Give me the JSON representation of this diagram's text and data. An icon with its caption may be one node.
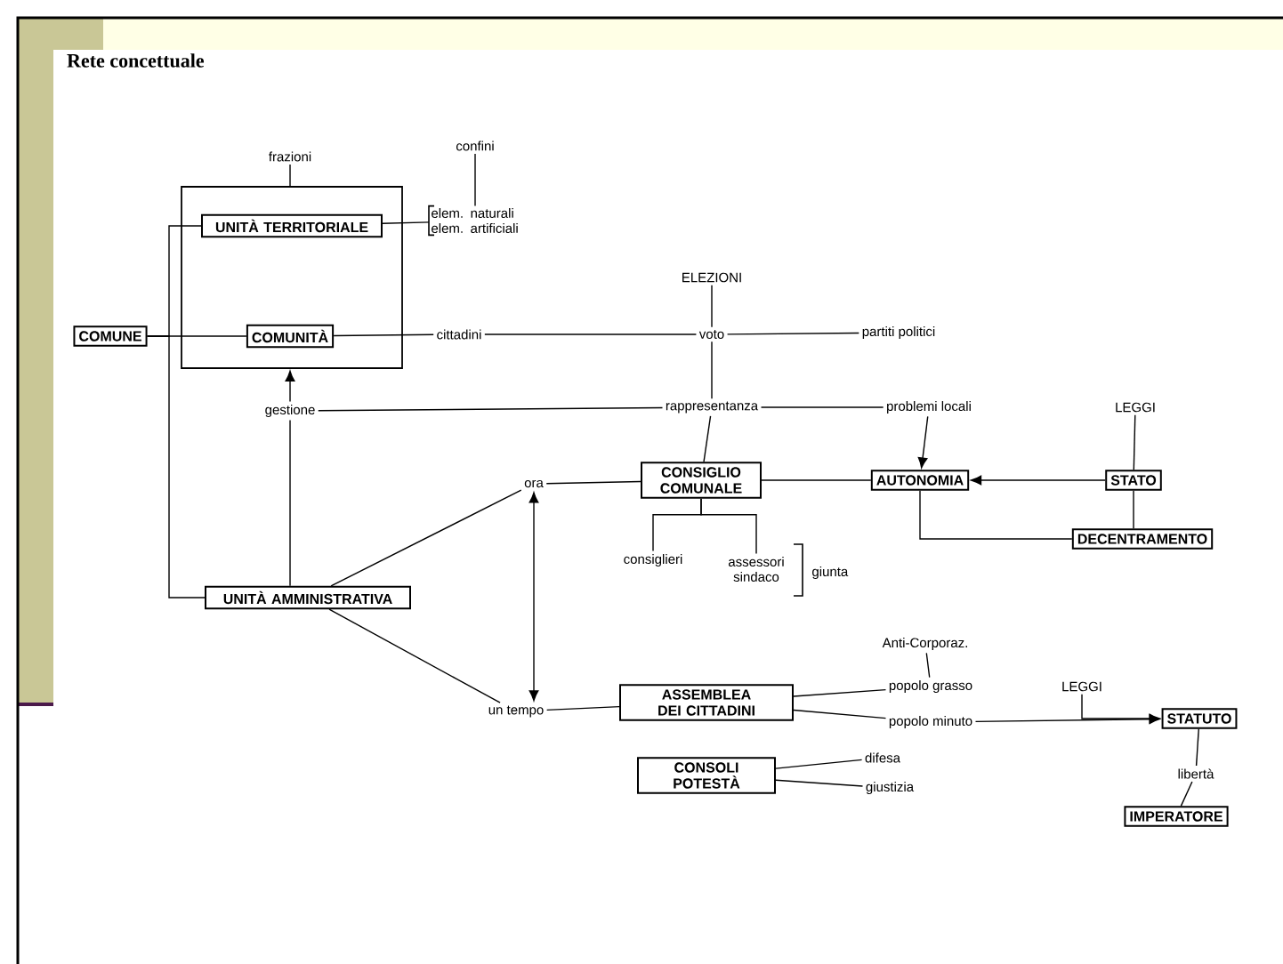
{
  "diagram": {
    "title": "Rete concettuale",
    "nodes": [
      {
        "text": [],
        "shape": "box"
      },
      {
        "text": [
          "UNITÀ TERRITORIALE"
        ],
        "in": 0
      },
      {
        "text": [
          "COMUNITÀ"
        ],
        "in": 0
      },
      {
        "text": [
          "COMUNE"
        ]
      },
      {
        "text": [
          "frazioni"
        ]
      },
      {
        "text": [
          "confini"
        ]
      },
      {
        "text": [
          "elem. naturali",
          "elem. artificiali"
        ]
      },
      {
        "text": [
          "cittadini"
        ]
      },
      {
        "text": [
          "ELEZIONI"
        ]
      },
      {
        "text": [
          "voto"
        ]
      },
      {
        "text": [
          "partiti politici"
        ]
      },
      {
        "text": [
          "gestione"
        ]
      },
      {
        "text": [
          "rappresentanza"
        ]
      },
      {
        "text": [
          "problemi locali"
        ]
      },
      {
        "text": [
          "LEGGI"
        ]
      },
      {
        "text": [
          "CONSIGLIO COMUNALE"
        ]
      },
      {
        "text": [
          "AUTONOMIA"
        ]
      },
      {
        "text": [
          "STATO"
        ]
      },
      {
        "text": [
          "DECENTRAMENTO"
        ]
      },
      {
        "text": [
          "consiglieri"
        ]
      },
      {
        "text": [
          "assessori sindaco"
        ]
      },
      {
        "text": [
          "UNITÀ AMMINISTRATIVA"
        ]
      },
      {
        "text": [
          "ora"
        ]
      },
      {
        "text": [
          "un tempo"
        ]
      },
      {
        "text": [
          "ASSEMBLEA DEI CITTADINI"
        ]
      },
      {
        "text": [
          "CONSOLI POTESTÀ"
        ]
      },
      {
        "text": [
          "Anti-Corporaz."
        ]
      },
      {
        "text": [
          "popolo grasso"
        ]
      },
      {
        "text": [
          "popolo minuto"
        ]
      },
      {
        "text": [
          "difesa"
        ]
      },
      {
        "text": [
          "giustizia"
        ]
      },
      {
        "text": [
          "LEGGI"
        ]
      },
      {
        "text": [
          "STATUTO"
        ]
      },
      {
        "text": [
          "libertà"
        ]
      },
      {
        "text": [
          "IMPERATORE"
        ]
      }
    ],
    "edges": [
      {
        "from": 4,
        "to": 0,
        "arrow": "none"
      },
      {
        "from": 1,
        "to": 6,
        "arrow": "none"
      },
      {
        "from": 5,
        "to": 6,
        "arrow": "none"
      },
      {
        "from": 3,
        "to": 2,
        "arrow": "none"
      },
      {
        "from": 3,
        "to": 1,
        "arrow": "none"
      },
      {
        "from": 3,
        "to": 21,
        "arrow": "none"
      },
      {
        "from": 2,
        "to": 7,
        "arrow": "none"
      },
      {
        "from": 7,
        "to": 9,
        "arrow": "none"
      },
      {
        "from": 8,
        "to": 9,
        "arrow": "none"
      },
      {
        "from": 9,
        "to": 10,
        "arrow": "none"
      },
      {
        "from": 9,
        "to": 12,
        "arrow": "none"
      },
      {
        "from": 11,
        "to": 0,
        "arrow": "to"
      },
      {
        "from": 21,
        "to": 11,
        "arrow": "none"
      },
      {
        "from": 11,
        "to": 12,
        "arrow": "none"
      },
      {
        "from": 12,
        "to": 13,
        "arrow": "none"
      },
      {
        "from": 12,
        "to": 15,
        "arrow": "none"
      },
      {
        "from": 13,
        "to": 16,
        "arrow": "to"
      },
      {
        "from": 16,
        "to": 15,
        "arrow": "none"
      },
      {
        "from": 17,
        "to": 16,
        "arrow": "to"
      },
      {
        "from": 14,
        "to": 17,
        "arrow": "none"
      },
      {
        "from": 17,
        "to": 18,
        "arrow": "none"
      },
      {
        "from": 16,
        "to": 18,
        "arrow": "none"
      },
      {
        "from": 15,
        "to": 19,
        "arrow": "none"
      },
      {
        "from": 15,
        "to": 20,
        "arrow": "none"
      },
      {
        "from": 21,
        "to": 22,
        "arrow": "none"
      },
      {
        "from": 22,
        "to": 15,
        "arrow": "none"
      },
      {
        "from": 21,
        "to": 23,
        "arrow": "none"
      },
      {
        "from": 22,
        "to": 23,
        "arrow": "both"
      },
      {
        "from": 23,
        "to": 24,
        "arrow": "none"
      },
      {
        "from": 24,
        "to": 27,
        "arrow": "none"
      },
      {
        "from": 24,
        "to": 28,
        "arrow": "none"
      },
      {
        "from": 26,
        "to": 27,
        "arrow": "none"
      },
      {
        "from": 25,
        "to": 29,
        "arrow": "none"
      },
      {
        "from": 25,
        "to": 30,
        "arrow": "none"
      },
      {
        "from": 28,
        "to": 32,
        "arrow": "to"
      },
      {
        "from": 31,
        "to": 32,
        "arrow": "to"
      },
      {
        "from": 32,
        "to": 33,
        "arrow": "none"
      },
      {
        "from": 33,
        "to": 34,
        "arrow": "none"
      }
    ],
    "labels": [
      "giunta"
    ]
  }
}
